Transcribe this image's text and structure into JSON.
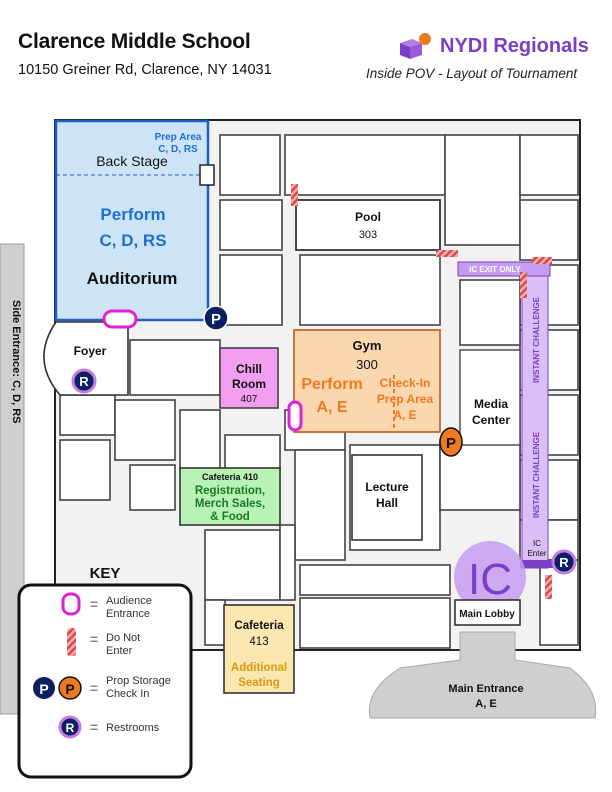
{
  "header": {
    "title": "Clarence Middle School",
    "address": "10150 Greiner Rd, Clarence, NY 14031",
    "brand": "NYDI Regionals",
    "subtitle": "Inside POV - Layout of Tournament"
  },
  "rooms": {
    "prep_area": "Prep Area",
    "prep_area_codes": "C, D, RS",
    "back_stage": "Back Stage",
    "perform_cdrs_1": "Perform",
    "perform_cdrs_2": "C, D, RS",
    "auditorium": "Auditorium",
    "foyer": "Foyer",
    "side_entrance": "Side Entrance: C, D, RS",
    "pool": "Pool",
    "pool_num": "303",
    "chill_1": "Chill",
    "chill_2": "Room",
    "chill_num": "407",
    "gym": "Gym",
    "gym_num": "300",
    "perform_ae_1": "Perform",
    "perform_ae_2": "A, E",
    "checkin_1": "Check-In",
    "checkin_2": "Prep Area",
    "checkin_3": "A, E",
    "media_1": "Media",
    "media_2": "Center",
    "ic_exit": "IC EXIT ONLY",
    "instant_challenge": "INSTANT CHALLENGE",
    "caf410_title": "Cafeteria 410",
    "caf410_1": "Registration,",
    "caf410_2": "Merch Sales,",
    "caf410_3": "& Food",
    "lecture_1": "Lecture",
    "lecture_2": "Hall",
    "ic_enter_1": "IC",
    "ic_enter_2": "Enter",
    "ic_big": "IC",
    "main_lobby": "Main Lobby",
    "caf413_1": "Cafeteria",
    "caf413_2": "413",
    "additional_1": "Additional",
    "additional_2": "Seating",
    "main_entrance_1": "Main Entrance",
    "main_entrance_2": "A, E"
  },
  "key": {
    "title": "KEY",
    "audience_1": "Audience",
    "audience_2": "Entrance",
    "donot_1": "Do Not",
    "donot_2": "Enter",
    "prop_1": "Prop Storage",
    "prop_2": "Check In",
    "restrooms": "Restrooms",
    "equals": "=",
    "p_letter": "P",
    "r_letter": "R"
  },
  "colors": {
    "auditorium": "#cde4f7",
    "perform_blue": "#1f6fd1",
    "chill": "#f29ef0",
    "gym": "#fbd7b0",
    "perform_orange": "#ee7a1f",
    "cafeteria410": "#b8f2b4",
    "cafeteria413": "#fde7b0",
    "ic_purple": "#c59cf0",
    "ic_text": "#7a3fc4",
    "audience_magenta": "#e020d8",
    "donot_red": "#e04848",
    "prop_navy": "#0b1f63",
    "prop_orange": "#ee7a1f",
    "restroom_ring": "#c57ce0"
  },
  "icons": [
    "brand-cube-icon",
    "prop-storage-icon",
    "restroom-icon",
    "audience-entrance-icon",
    "do-not-enter-icon"
  ]
}
